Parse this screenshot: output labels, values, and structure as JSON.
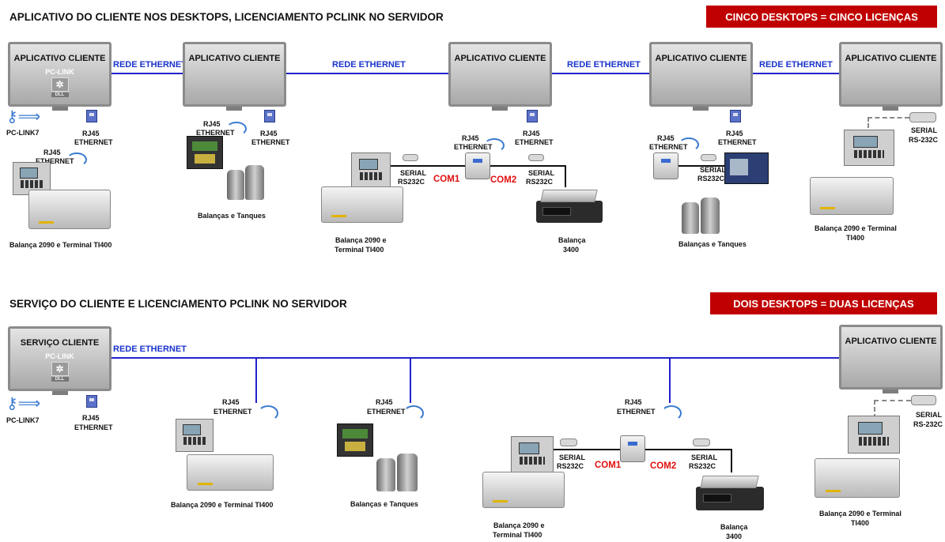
{
  "section1": {
    "title": "APLICATIVO DO CLIENTE NOS DESKTOPS, LICENCIAMENTO PCLINK NO SERVIDOR",
    "badge": "CINCO DESKTOPS = CINCO LICENÇAS",
    "desktops": [
      "APLICATIVO CLIENTE",
      "APLICATIVO CLIENTE",
      "APLICATIVO CLIENTE",
      "APLICATIVO CLIENTE",
      "APLICATIVO CLIENTE"
    ],
    "network_label": "REDE ETHERNET",
    "pclink": {
      "text": "PC-LINK",
      "dll": "DLL"
    },
    "key_label": "PC-LINK7",
    "rj45": "RJ45",
    "ethernet": "ETHERNET",
    "serial": "SERIAL",
    "rs232c": "RS232C",
    "rs232": "RS-232C",
    "com1": "COM1",
    "com2": "COM2",
    "cap_2090_one": "Balança 2090 e Terminal TI400",
    "cap_tanks": "Balanças e Tanques",
    "cap_2090_a": "Balança 2090 e",
    "cap_2090_b": "Terminal TI400",
    "cap_3400_a": "Balança",
    "cap_3400_b": "3400",
    "cap_2090e_a": "Balança 2090 e Terminal",
    "cap_2090e_b": "TI400"
  },
  "section2": {
    "title": "SERVIÇO DO CLIENTE E LICENCIAMENTO PCLINK NO SERVIDOR",
    "badge": "DOIS DESKTOPS = DUAS LICENÇAS",
    "server_label": "SERVIÇO CLIENTE",
    "client_label": "APLICATIVO CLIENTE",
    "network_label": "REDE ETHERNET",
    "pclink": {
      "text": "PC-LINK",
      "dll": "DLL"
    },
    "key_label": "PC-LINK7",
    "rj45": "RJ45",
    "ethernet": "ETHERNET",
    "serial": "SERIAL",
    "rs232c": "RS232C",
    "rs232": "RS-232C",
    "com1": "COM1",
    "com2": "COM2",
    "cap_2090_one": "Balança 2090 e Terminal TI400",
    "cap_tanks": "Balanças e Tanques",
    "cap_2090_a": "Balança 2090 e",
    "cap_2090_b": "Terminal TI400",
    "cap_3400_a": "Balança",
    "cap_3400_b": "3400",
    "cap_2090e_a": "Balança 2090 e Terminal",
    "cap_2090e_b": "TI400"
  }
}
